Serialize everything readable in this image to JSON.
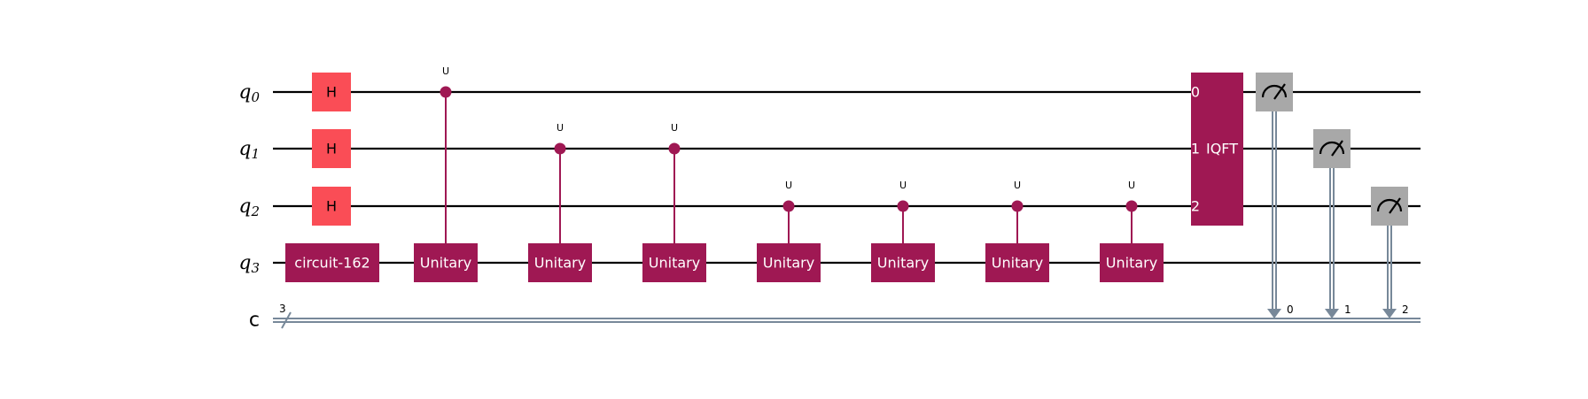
{
  "registers": {
    "qubits": [
      {
        "name": "q",
        "index": "0"
      },
      {
        "name": "q",
        "index": "1"
      },
      {
        "name": "q",
        "index": "2"
      },
      {
        "name": "q",
        "index": "3"
      }
    ],
    "classical": {
      "name": "c",
      "width": "3"
    }
  },
  "hadamard_gates": [
    {
      "qubit": 0,
      "label": "H"
    },
    {
      "qubit": 1,
      "label": "H"
    },
    {
      "qubit": 2,
      "label": "H"
    }
  ],
  "subcircuit_gate": {
    "qubit": 3,
    "label": "circuit-162"
  },
  "controlled_unitaries": [
    {
      "control": 0,
      "target": 3,
      "label": "Unitary",
      "control_label": "U"
    },
    {
      "control": 1,
      "target": 3,
      "label": "Unitary",
      "control_label": "U"
    },
    {
      "control": 1,
      "target": 3,
      "label": "Unitary",
      "control_label": "U"
    },
    {
      "control": 2,
      "target": 3,
      "label": "Unitary",
      "control_label": "U"
    },
    {
      "control": 2,
      "target": 3,
      "label": "Unitary",
      "control_label": "U"
    },
    {
      "control": 2,
      "target": 3,
      "label": "Unitary",
      "control_label": "U"
    },
    {
      "control": 2,
      "target": 3,
      "label": "Unitary",
      "control_label": "U"
    }
  ],
  "iqft_gate": {
    "label": "IQFT",
    "qubits": [
      0,
      1,
      2
    ],
    "port_labels": [
      "0",
      "1",
      "2"
    ]
  },
  "measurements": [
    {
      "qubit": 0,
      "clbit": "0"
    },
    {
      "qubit": 1,
      "clbit": "1"
    },
    {
      "qubit": 2,
      "clbit": "2"
    }
  ],
  "colors": {
    "hadamard": "#fa4d56",
    "unitary": "#9f1853",
    "measure": "#a8a8a8",
    "classical_wire": "#778899",
    "wire": "#000000"
  }
}
